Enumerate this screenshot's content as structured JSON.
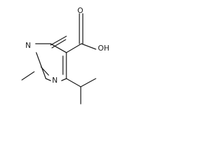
{
  "molecule": {
    "atoms": {
      "n1": "N",
      "n3": "N",
      "o_carbonyl": "O",
      "oh": "OH"
    }
  }
}
